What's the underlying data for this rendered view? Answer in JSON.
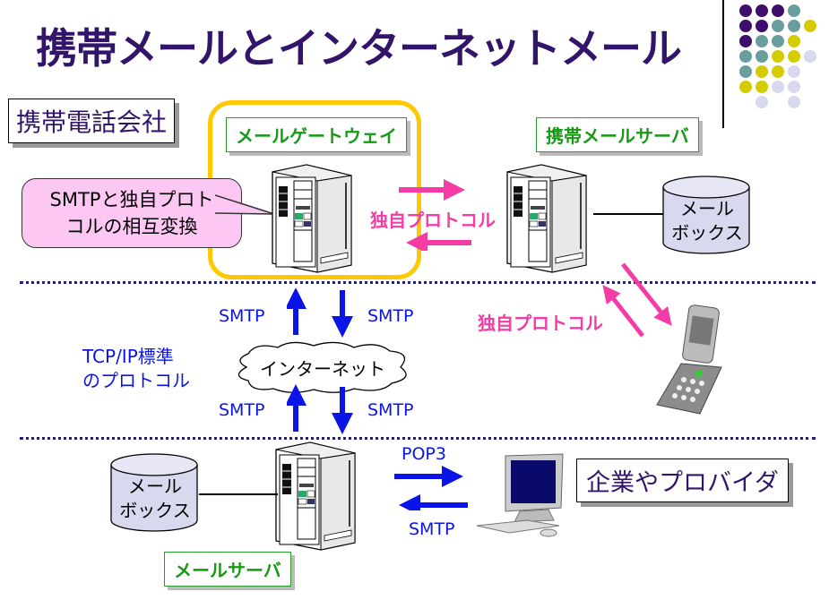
{
  "title": "携帯メールとインターネットメール",
  "colors": {
    "title": "#33146b",
    "proprietary_protocol": "#f43ca6",
    "standard_protocol": "#0a14e6",
    "gateway_border": "#ffc800",
    "green_label": "#169a16",
    "callout_fill": "#fdc7f4",
    "mailbox_fill": "#d8d8ee"
  },
  "decoration": {
    "dot_rows": [
      [
        "#3d0e6b",
        "#3d0e6b",
        "#3d0e6b",
        "#6a9e9e"
      ],
      [
        "#3d0e6b",
        "#3d0e6b",
        "#6a9e9e",
        "#6a9e9e",
        "#d4cc00"
      ],
      [
        "#3d0e6b",
        "#6a9e9e",
        "#6a9e9e",
        "#d4cc00"
      ],
      [
        "#6a9e9e",
        "#6a9e9e",
        "#d4cc00",
        "#d4cc00",
        "#d8d8ee"
      ],
      [
        "#6a9e9e",
        "#d4cc00",
        "#d4cc00",
        "#d8d8ee"
      ],
      [
        "#d4cc00",
        "#d4cc00",
        "#d8d8ee",
        "#d8d8ee"
      ],
      [
        null,
        "#d8d8ee",
        null,
        "#d8d8ee"
      ]
    ]
  },
  "sections": {
    "carrier": "携帯電話会社",
    "provider": "企業やプロバイダ",
    "tcpip": [
      "TCP/IP標準",
      "のプロトコル"
    ]
  },
  "nodes": {
    "gateway": "メールゲートウェイ",
    "mobile_server": "携帯メールサーバ",
    "mail_server": "メールサーバ",
    "internet": "インターネット",
    "mobile_mailbox": [
      "メール",
      "ボックス"
    ],
    "server_mailbox": [
      "メール",
      "ボックス"
    ]
  },
  "callout": [
    "SMTPと独自プロト",
    "コルの相互変換"
  ],
  "protocols": {
    "gateway_mobile": "独自プロトコル",
    "mobile_phone": "独自プロトコル",
    "gw_up": "SMTP",
    "gw_down": "SMTP",
    "ms_up": "SMTP",
    "ms_down": "SMTP",
    "pop3": "POP3",
    "pc_smtp": "SMTP"
  }
}
